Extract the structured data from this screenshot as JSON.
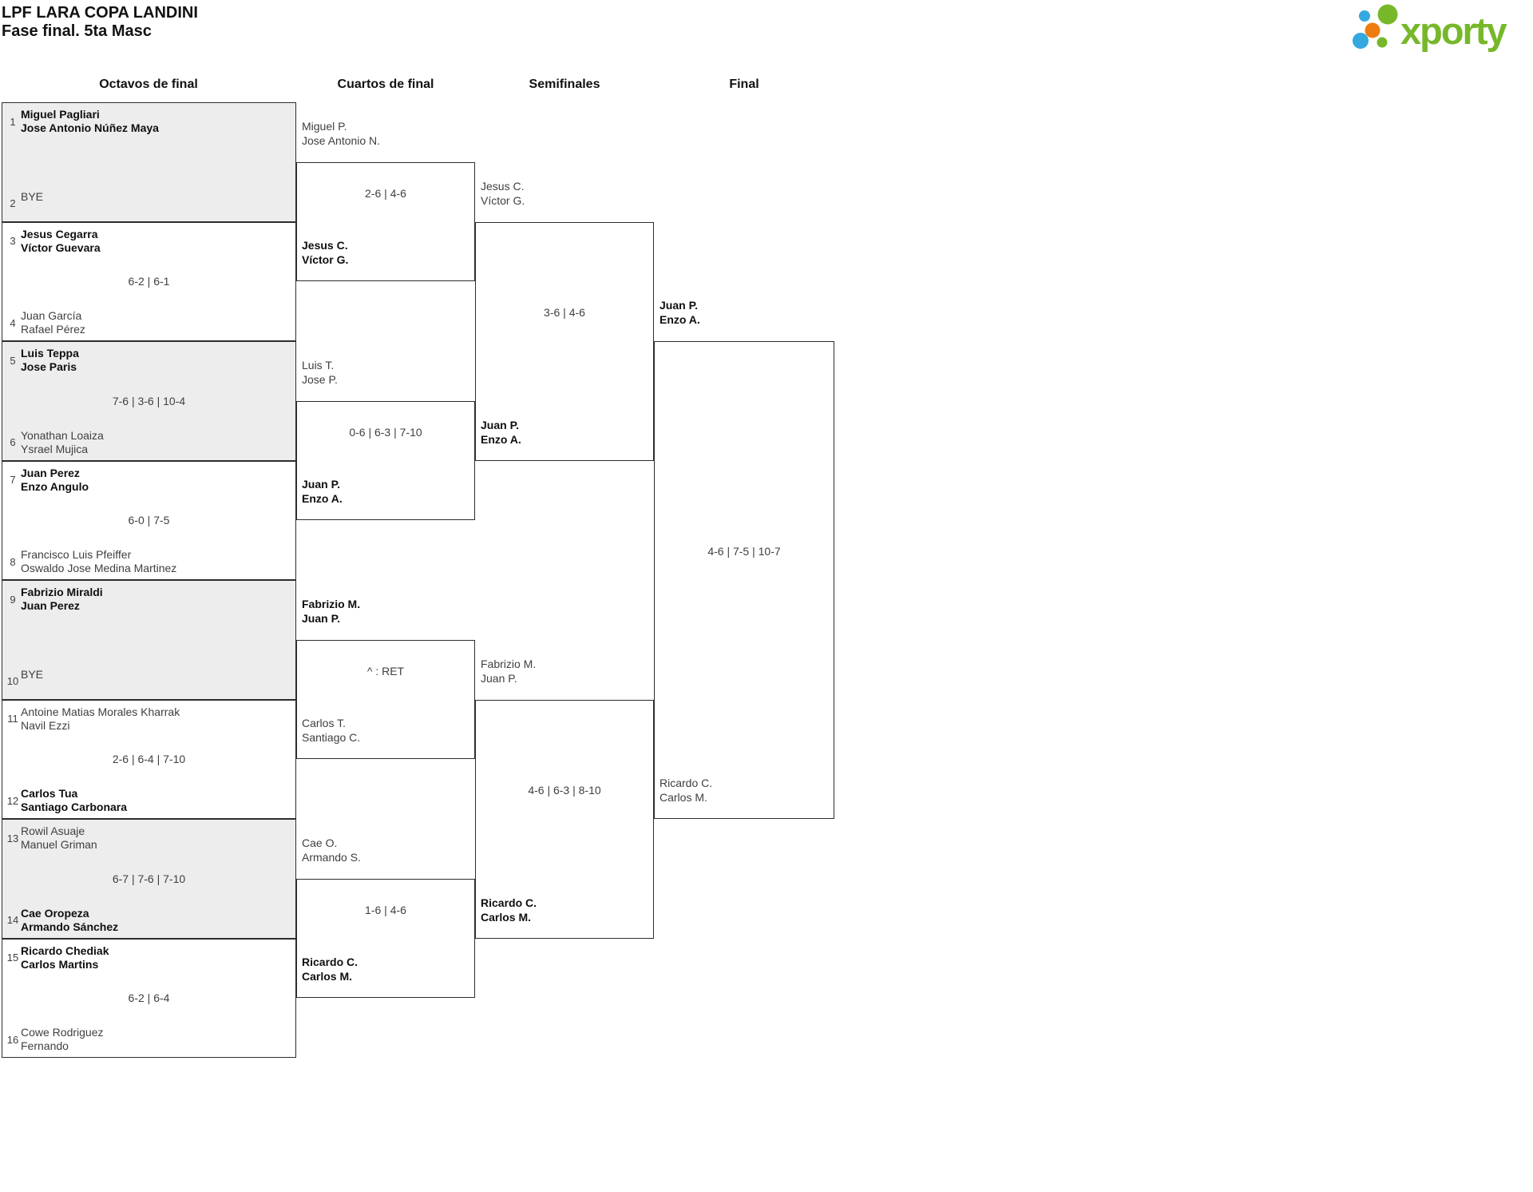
{
  "header": {
    "title_line1": "LPF LARA COPA LANDINI",
    "title_line2": "Fase final. 5ta Masc",
    "logo_text": "xporty"
  },
  "colors": {
    "logo_green": "#76b82a",
    "logo_blue": "#35a8e0",
    "logo_orange": "#ec7c0f",
    "box_shaded": "#ededed",
    "border": "#2d2d2d",
    "winner_text": "#0f0f0f",
    "regular_text": "#3f3f3f"
  },
  "rounds": [
    "Octavos de final",
    "Cuartos de final",
    "Semifinales",
    "Final"
  ],
  "bracket": {
    "octavos": [
      {
        "seed1": "1",
        "team1": [
          "Miguel Pagliari",
          "Jose Antonio Núñez Maya"
        ],
        "bold1": true,
        "score": "",
        "seed2": "2",
        "team2": [
          "BYE"
        ],
        "bold2": false,
        "shaded": true
      },
      {
        "seed1": "3",
        "team1": [
          "Jesus Cegarra",
          "Víctor Guevara"
        ],
        "bold1": true,
        "score": "6-2 | 6-1",
        "seed2": "4",
        "team2": [
          "Juan García",
          "Rafael Pérez"
        ],
        "bold2": false,
        "shaded": false
      },
      {
        "seed1": "5",
        "team1": [
          "Luis Teppa",
          "Jose Paris"
        ],
        "bold1": true,
        "score": "7-6 | 3-6 | 10-4",
        "seed2": "6",
        "team2": [
          "Yonathan Loaiza",
          "Ysrael Mujica"
        ],
        "bold2": false,
        "shaded": true
      },
      {
        "seed1": "7",
        "team1": [
          "Juan Perez",
          "Enzo Angulo"
        ],
        "bold1": true,
        "score": "6-0 | 7-5",
        "seed2": "8",
        "team2": [
          "Francisco Luis Pfeiffer",
          "Oswaldo Jose Medina Martinez"
        ],
        "bold2": false,
        "shaded": false
      },
      {
        "seed1": "9",
        "team1": [
          "Fabrizio Miraldi",
          "Juan Perez"
        ],
        "bold1": true,
        "score": "",
        "seed2": "10",
        "team2": [
          "BYE"
        ],
        "bold2": false,
        "shaded": true
      },
      {
        "seed1": "11",
        "team1": [
          "Antoine Matias Morales Kharrak",
          "Navil Ezzi"
        ],
        "bold1": false,
        "score": "2-6 | 6-4 | 7-10",
        "seed2": "12",
        "team2": [
          "Carlos Tua",
          "Santiago Carbonara"
        ],
        "bold2": true,
        "shaded": false
      },
      {
        "seed1": "13",
        "team1": [
          "Rowil Asuaje",
          "Manuel Griman"
        ],
        "bold1": false,
        "score": "6-7 | 7-6 | 7-10",
        "seed2": "14",
        "team2": [
          "Cae Oropeza",
          "Armando Sánchez"
        ],
        "bold2": true,
        "shaded": true
      },
      {
        "seed1": "15",
        "team1": [
          "Ricardo Chediak",
          "Carlos Martins"
        ],
        "bold1": true,
        "score": "6-2 | 6-4",
        "seed2": "16",
        "team2": [
          "Cowe Rodriguez",
          "Fernando"
        ],
        "bold2": false,
        "shaded": false
      }
    ],
    "cuartos": [
      {
        "team1": [
          "Miguel P.",
          "Jose Antonio N."
        ],
        "bold1": false,
        "score": "2-6 | 4-6",
        "team2": [
          "Jesus C.",
          "Víctor G."
        ],
        "bold2": true
      },
      {
        "team1": [
          "Luis T.",
          "Jose P."
        ],
        "bold1": false,
        "score": "0-6 | 6-3 | 7-10",
        "team2": [
          "Juan P.",
          "Enzo A."
        ],
        "bold2": true
      },
      {
        "team1": [
          "Fabrizio M.",
          "Juan P."
        ],
        "bold1": true,
        "score": "^ : RET",
        "team2": [
          "Carlos T.",
          "Santiago C."
        ],
        "bold2": false
      },
      {
        "team1": [
          "Cae O.",
          "Armando S."
        ],
        "bold1": false,
        "score": "1-6 | 4-6",
        "team2": [
          "Ricardo C.",
          "Carlos M."
        ],
        "bold2": true
      }
    ],
    "semifinales": [
      {
        "team1": [
          "Jesus C.",
          "Víctor G."
        ],
        "bold1": false,
        "score": "3-6 | 4-6",
        "team2": [
          "Juan P.",
          "Enzo A."
        ],
        "bold2": true
      },
      {
        "team1": [
          "Fabrizio M.",
          "Juan P."
        ],
        "bold1": false,
        "score": "4-6 | 6-3 | 8-10",
        "team2": [
          "Ricardo C.",
          "Carlos M."
        ],
        "bold2": true
      }
    ],
    "final": [
      {
        "team1": [
          "Juan P.",
          "Enzo A."
        ],
        "bold1": true,
        "score": "4-6 | 7-5 | 10-7",
        "team2": [
          "Ricardo C.",
          "Carlos M."
        ],
        "bold2": false
      }
    ]
  }
}
